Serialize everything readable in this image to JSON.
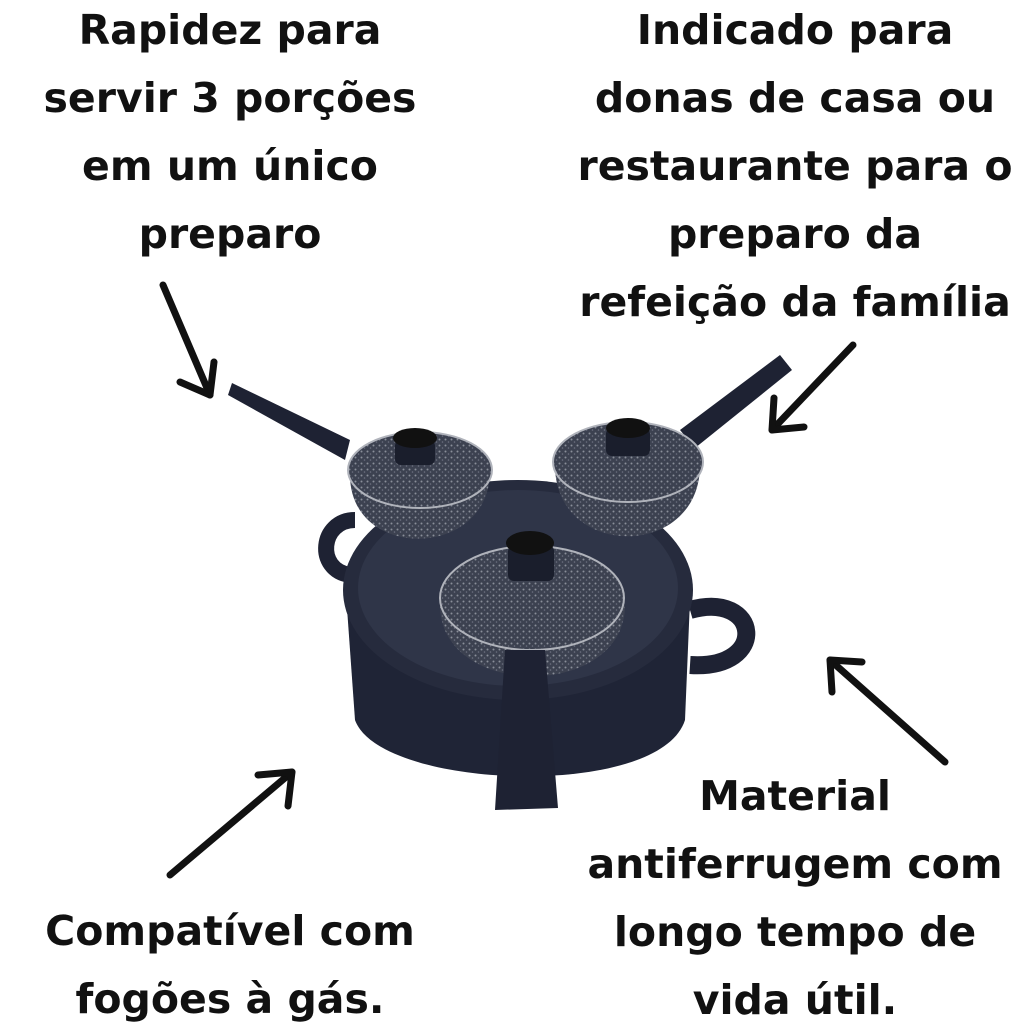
{
  "captions": {
    "top_left": [
      "Rapidez para",
      "servir 3 porções",
      "em um único",
      "preparo"
    ],
    "top_right": [
      "Indicado para",
      "donas de casa ou",
      "restaurante para o",
      "preparo da",
      "refeição da família"
    ],
    "bottom_left": [
      "Compatível com",
      "fogões à gás."
    ],
    "bottom_right": [
      "Material",
      "antiferrugem com",
      "longo tempo de",
      "vida útil."
    ]
  },
  "colors": {
    "text": "#111111",
    "cookware": "#23283a",
    "speckle": "#5a5f6e",
    "background": "#ffffff"
  }
}
